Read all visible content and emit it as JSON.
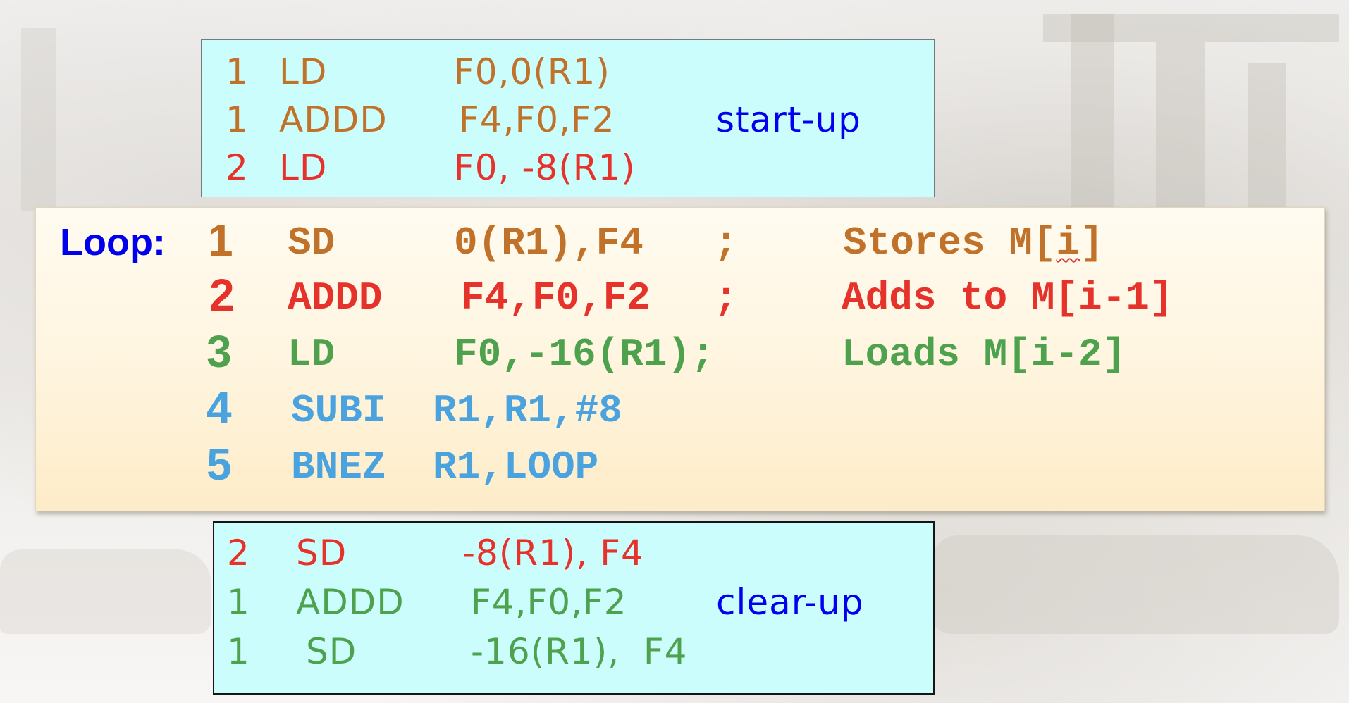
{
  "startup": {
    "label": "start-up",
    "lines": [
      {
        "iter": "1",
        "op": "LD",
        "args": "F0,0(R1)"
      },
      {
        "iter": "1",
        "op": "ADDD",
        "args": "F4,F0,F2"
      },
      {
        "iter": "2",
        "op": "LD",
        "args": "F0, -8(R1)"
      }
    ]
  },
  "loop": {
    "label": "Loop:",
    "lines": [
      {
        "iter": "1",
        "op": "SD",
        "args": "0(R1),F4",
        "sep": ";",
        "comment_prefix": "Stores M[",
        "comment_index": "i",
        "comment_suffix": "]"
      },
      {
        "iter": "2",
        "op": "ADDD",
        "args": "F4,F0,F2",
        "sep": ";",
        "comment": "Adds to M[i-1]"
      },
      {
        "iter": "3",
        "op": "LD",
        "args": "F0,-16(R1);",
        "comment": "Loads M[i-2]"
      },
      {
        "iter": "4",
        "op": "SUBI",
        "args": "R1,R1,#8"
      },
      {
        "iter": "5",
        "op": "BNEZ",
        "args": "R1,LOOP"
      }
    ]
  },
  "clearup": {
    "label": "clear-up",
    "lines": [
      {
        "iter": "2",
        "op": "SD",
        "args": "-8(R1), F4"
      },
      {
        "iter": "1",
        "op": "ADDD",
        "args": "F4,F0,F2"
      },
      {
        "iter": "1",
        "op": "SD",
        "args": "-16(R1),  F4"
      }
    ]
  },
  "colors": {
    "brown": "#c0722a",
    "red": "#e5322a",
    "green": "#4ea24e",
    "blue": "#0000ee",
    "sky": "#4aa3df",
    "cyan_box": "#ccfdfd",
    "loop_box": "#fff6e2"
  }
}
